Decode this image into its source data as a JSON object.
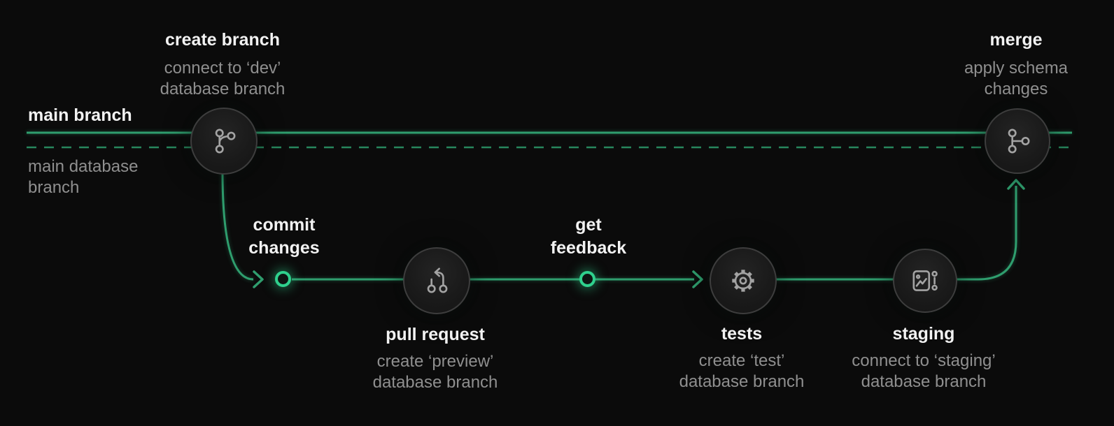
{
  "meta": {
    "background": "#0b0b0b",
    "accent_green": "#2f9e6e",
    "ring_green": "#2fd18d",
    "title_color": "#f2f2f2",
    "subtitle_color": "#8f8f8f",
    "node_border": "#3d3d3d",
    "icon_color": "#a3a3a3"
  },
  "main_branch": {
    "label": "main branch",
    "database_label": "main database branch"
  },
  "steps": {
    "create_branch": {
      "title": "create branch",
      "subtitle": "connect to ‘dev’ database branch",
      "icon": "git-branch-icon"
    },
    "commit_changes": {
      "title": "commit changes"
    },
    "pull_request": {
      "title": "pull request",
      "subtitle": "create ‘preview’ database branch",
      "icon": "git-pull-request-icon"
    },
    "get_feedback": {
      "title": "get feedback"
    },
    "tests": {
      "title": "tests",
      "subtitle": "create ‘test’ database branch",
      "icon": "gear-icon"
    },
    "staging": {
      "title": "staging",
      "subtitle": "connect to ‘staging’ database branch",
      "icon": "staging-preview-icon"
    },
    "merge": {
      "title": "merge",
      "subtitle": "apply schema changes",
      "icon": "git-merge-icon"
    }
  }
}
